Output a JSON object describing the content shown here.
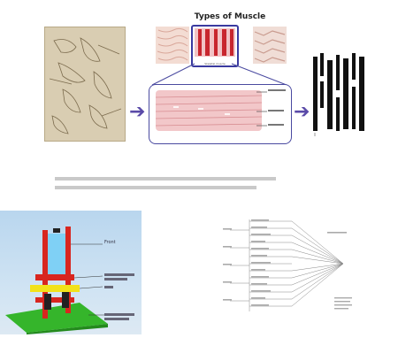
{
  "figure_top": {
    "title": "Types of Muscle",
    "tissue_panels": [
      {
        "label": ""
      },
      {
        "label": "Skeletal muscle"
      },
      {
        "label": ""
      }
    ],
    "arrow_symbol": "➔"
  },
  "caption": {
    "line1": "",
    "line2": ""
  },
  "photo": {
    "label_top": "Front",
    "label_mid1": "",
    "label_mid2": "",
    "label_bottom": ""
  },
  "colors": {
    "arrow": "#5a4aa8",
    "box_border": "#4a4aa0",
    "fiber": "#f2c7c9",
    "stand_red": "#d8261f",
    "stand_yellow": "#f2e21a",
    "base_green": "#35b52b"
  },
  "icons": {
    "arrow": "right-arrow-icon"
  }
}
